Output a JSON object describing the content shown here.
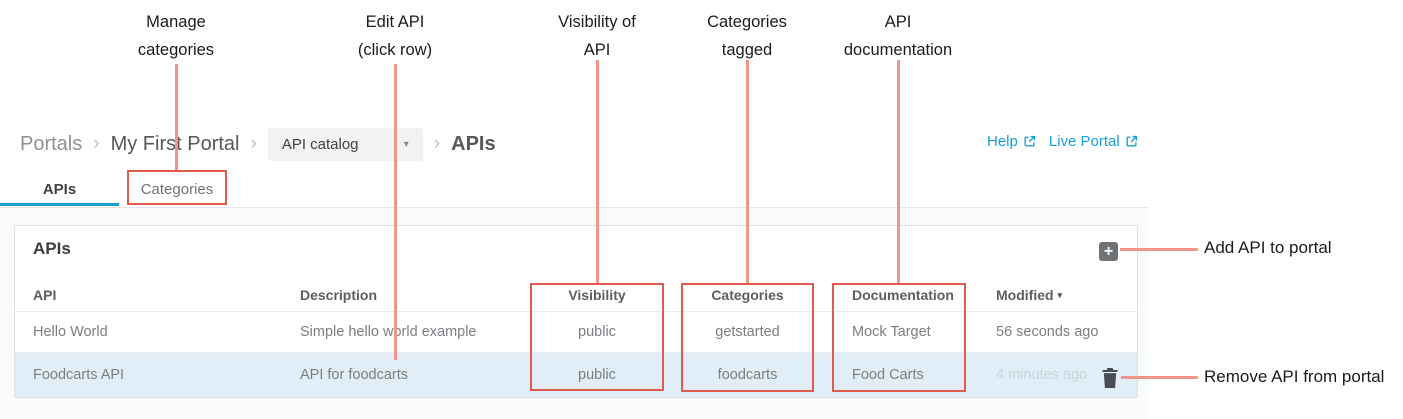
{
  "callouts": {
    "manage_categories": {
      "line1": "Manage",
      "line2": "categories"
    },
    "edit_api": {
      "line1": "Edit API",
      "line2": "(click row)"
    },
    "visibility_of_api": {
      "line1": "Visibility of",
      "line2": "API"
    },
    "categories_tagged": {
      "line1": "Categories",
      "line2": "tagged"
    },
    "api_documentation": {
      "line1": "API",
      "line2": "documentation"
    },
    "add_api": "Add API to portal",
    "remove_api": "Remove API from portal",
    "line_color": "#f0958b",
    "box_color": "#e25b4c"
  },
  "breadcrumb": {
    "portals": "Portals",
    "separator": "›",
    "portal_name": "My First Portal",
    "catalog_dropdown": {
      "value": "API catalog"
    },
    "current": "APIs"
  },
  "header_links": {
    "help": "Help",
    "live_portal": "Live Portal",
    "color": "#17a0dc"
  },
  "tabs": {
    "apis": "APIs",
    "categories": "Categories",
    "active_underline_color": "#1b9cd8"
  },
  "icons": {
    "dropdown_caret": "▾",
    "sort_caret": "▾",
    "plus": "+"
  },
  "panel": {
    "title": "APIs",
    "row_highlight_color": "#e2eef7",
    "table": {
      "headers": {
        "api": "API",
        "description": "Description",
        "visibility": "Visibility",
        "categories": "Categories",
        "documentation": "Documentation",
        "modified": "Modified"
      },
      "rows": [
        {
          "api": "Hello World",
          "description": "Simple hello world example",
          "visibility": "public",
          "categories": "getstarted",
          "documentation": "Mock Target",
          "modified": "56 seconds ago"
        },
        {
          "api": "Foodcarts API",
          "description": "API for foodcarts",
          "visibility": "public",
          "categories": "foodcarts",
          "documentation": "Food Carts",
          "modified": "4 minutes ago"
        }
      ]
    }
  }
}
